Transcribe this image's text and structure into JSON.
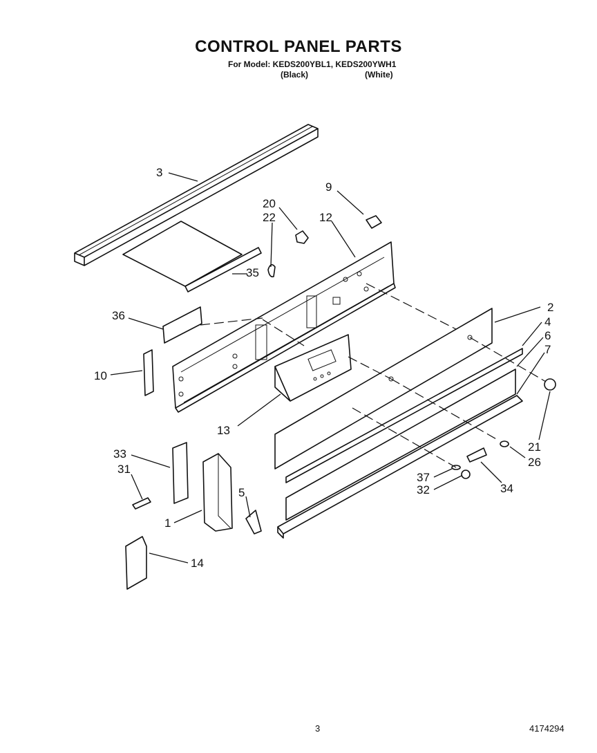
{
  "header": {
    "title": "CONTROL PANEL PARTS",
    "models": "For Model: KEDS200YBL1, KEDS200YWH1",
    "color_black": "(Black)",
    "color_white": "(White)"
  },
  "callouts": [
    {
      "id": "3",
      "text": "3"
    },
    {
      "id": "9",
      "text": "9"
    },
    {
      "id": "20",
      "text": "20"
    },
    {
      "id": "22",
      "text": "22"
    },
    {
      "id": "12",
      "text": "12"
    },
    {
      "id": "35",
      "text": "35"
    },
    {
      "id": "36",
      "text": "36"
    },
    {
      "id": "2",
      "text": "2"
    },
    {
      "id": "4",
      "text": "4"
    },
    {
      "id": "6",
      "text": "6"
    },
    {
      "id": "7",
      "text": "7"
    },
    {
      "id": "10",
      "text": "10"
    },
    {
      "id": "13",
      "text": "13"
    },
    {
      "id": "21",
      "text": "21"
    },
    {
      "id": "26",
      "text": "26"
    },
    {
      "id": "33",
      "text": "33"
    },
    {
      "id": "31",
      "text": "31"
    },
    {
      "id": "37",
      "text": "37"
    },
    {
      "id": "32",
      "text": "32"
    },
    {
      "id": "34",
      "text": "34"
    },
    {
      "id": "5",
      "text": "5"
    },
    {
      "id": "1",
      "text": "1"
    },
    {
      "id": "14",
      "text": "14"
    }
  ],
  "footer": {
    "page_number": "3",
    "document_number": "4174294"
  }
}
